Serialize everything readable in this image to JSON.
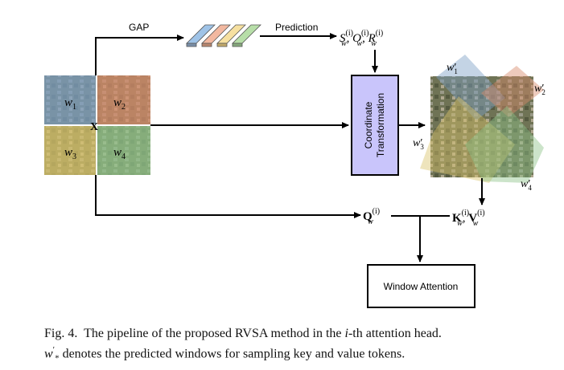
{
  "labels": {
    "gap": "GAP",
    "prediction": "Prediction",
    "input": "X",
    "coord_transform_line1": "Coordinate",
    "coord_transform_line2": "Transformation",
    "window_attention": "Window Attention"
  },
  "math": {
    "params": {
      "s": "S",
      "o": "O",
      "r": "R",
      "sub": "w",
      "sup": "(i)"
    },
    "query": {
      "base": "Q",
      "sub": "w",
      "sup": "(i)"
    },
    "key": {
      "base": "K",
      "sub": "w",
      "sup": "(i)"
    },
    "value": {
      "base": "V",
      "sub": "w",
      "sup": "(i)"
    }
  },
  "windows": [
    {
      "name": "w",
      "sub": "1",
      "color": "#7d9fc6"
    },
    {
      "name": "w",
      "sub": "2",
      "color": "#d88a6b"
    },
    {
      "name": "w",
      "sub": "3",
      "color": "#d9c36a"
    },
    {
      "name": "w",
      "sub": "4",
      "color": "#8fc48a"
    }
  ],
  "transformed_windows": [
    {
      "name": "w",
      "prime": "′",
      "sub": "1"
    },
    {
      "name": "w",
      "prime": "′",
      "sub": "2"
    },
    {
      "name": "w",
      "prime": "′",
      "sub": "3"
    },
    {
      "name": "w",
      "prime": "′",
      "sub": "4"
    }
  ],
  "feature_bar_colors": [
    "#9fc3e7",
    "#f2b8a0",
    "#f6e0a0",
    "#b7dea8"
  ],
  "colors": {
    "transform_box": "#c9c5fb",
    "box_border": "#000000"
  },
  "caption": {
    "fig_label": "Fig. 4.",
    "line1_a": "The pipeline of the proposed RVSA method in the",
    "line1_i": "i",
    "line1_b": "-th attention head.",
    "line2_sym": "w",
    "line2_prime": "′",
    "line2_sub": "*",
    "line2_text": "denotes the predicted windows for sampling key and value tokens."
  }
}
